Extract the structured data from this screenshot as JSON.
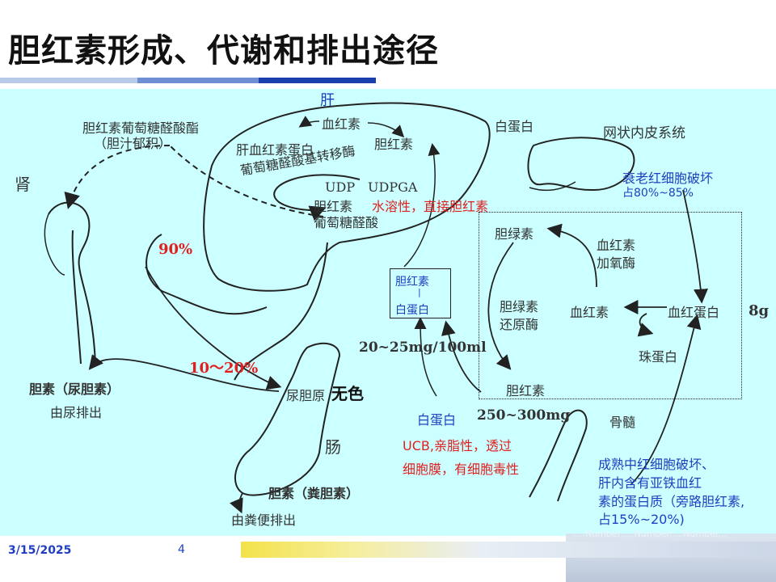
{
  "title": "胆红素形成、代谢和排出途径",
  "labels": {
    "liver": "肝",
    "glucuronide_line1": "胆红素葡萄糖醛酸酯",
    "glucuronide_line2": "（胆汁郁积）",
    "kidney": "肾",
    "hemoglobin_liver": "血红素",
    "liver_heme_protein": "肝血红素蛋白",
    "bilirubin_liver": "胆红素",
    "transferase": "葡萄糖醛酸基转移酶",
    "udp": "UDP",
    "udpga": "UDPGA",
    "bilirubin_conj": "胆红素",
    "water_soluble": "水溶性，直接胆红素",
    "glucuronic_acid": "葡萄糖醛酸",
    "albumin_top": "白蛋白",
    "res": "网状内皮系统",
    "aging_rbc_line1": "衰老红细胞破坏",
    "aging_rbc_line2": "占80%~85%",
    "pct90": "90%",
    "biliverdin": "胆绿素",
    "heme_oxygenase_line1": "血红素",
    "heme_oxygenase_line2": "加氧酶",
    "box_bilirubin": "胆红素",
    "box_albumin": "白蛋白",
    "biliverdin_reductase_line1": "胆绿素",
    "biliverdin_reductase_line2": "还原酶",
    "heme": "血红素",
    "hemoglobin": "血红蛋白",
    "amount_8g": "8g",
    "globin": "珠蛋白",
    "concentration": "20~25mg/100ml",
    "pct10_20": "10～20%",
    "urobilin": "胆素（尿胆素）",
    "urine_excretion": "由尿排出",
    "urobilinogen": "尿胆原",
    "colorless": "无色",
    "bilirubin_bottom": "胆红素",
    "albumin_bottom": "白蛋白",
    "amount_250": "250~300mg",
    "bone_marrow": "骨髓",
    "ucb_line1": "UCB,亲脂性，透过",
    "ucb_line2": "细胞膜，有细胞毒性",
    "intestine": "肠",
    "stercobilin": "胆素（粪胆素）",
    "feces_excretion": "由粪便排出",
    "marrow_line1": "成熟中红细胞破坏、",
    "marrow_line2": "肝内含有亚铁血红",
    "marrow_line3": "素的蛋白质（旁路胆红素,",
    "marrow_line4": "占15%~20%)"
  },
  "footer": {
    "date": "3/15/2025",
    "page": "4",
    "deco_text": "....Number.....Number.....Number..."
  },
  "colors": {
    "diagram_bg": "#CCFFFF",
    "red": "#E02020",
    "blue": "#1F3FC0",
    "title_bar_1": "#8FA8D8",
    "title_bar_2": "#3D62C0",
    "title_bar_3": "#1C3FAF"
  }
}
